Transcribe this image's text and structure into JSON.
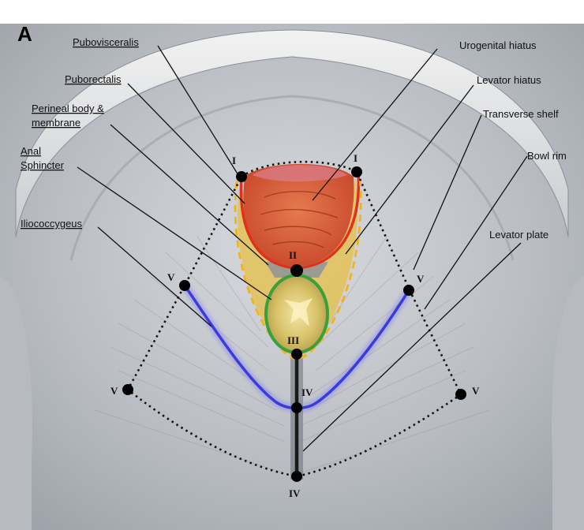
{
  "panel_letter": "A",
  "labels": {
    "pubovisceralis": "Pubovisceralis",
    "puborectalis": "Puborectalis",
    "perineal_line1": "Perineal body &",
    "perineal_line2": "membrane",
    "anal_line1": "Anal",
    "anal_line2": "Sphincter",
    "iliococcygeus": "Iliococcygeus",
    "urogenital_hiatus": "Urogenital hiatus",
    "levator_hiatus": "Levator hiatus",
    "transverse_shelf": "Transverse shelf",
    "bowl_rim": "Bowl rim",
    "levator_plate": "Levator plate"
  },
  "points": {
    "I": "I",
    "II": "II",
    "III": "III",
    "IV": "IV",
    "V": "V"
  },
  "colors": {
    "urogenital_hiatus": "#d9593a",
    "pubovisceralis_line": "#e0311c",
    "levator_hiatus": "#e6c04a",
    "puborectalis_dash": "#f2b21b",
    "anal_sphincter": "#3aa03a",
    "iliococcygeus": "#3b3bd9",
    "bowl_rim": "#111111"
  }
}
